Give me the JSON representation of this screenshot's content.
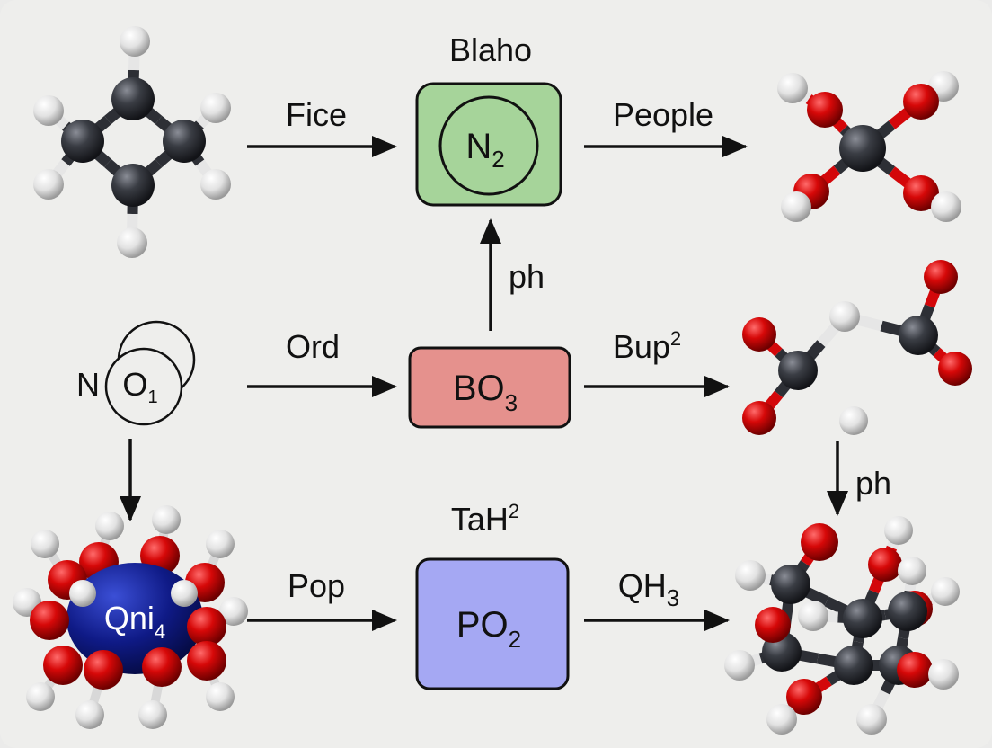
{
  "nodes": {
    "top_box": {
      "title": "Blaho",
      "formula": "N",
      "sub": "2",
      "color": "#a6d49a"
    },
    "mid_box": {
      "formula": "BO",
      "sub": "3",
      "color": "#e5918d"
    },
    "bot_box": {
      "title": "TaH",
      "title_sup": "2",
      "formula": "PO",
      "sub": "2",
      "color": "#a5a8f3"
    },
    "no_symbol": {
      "n": "N",
      "o": "O",
      "sub": "1"
    },
    "cluster_label": {
      "main": "Qni",
      "sub": "4"
    }
  },
  "edges": {
    "fice": "Fice",
    "people": "People",
    "ord": "Ord",
    "bup": {
      "main": "Bup",
      "sup": "2"
    },
    "pop": "Pop",
    "qh3": {
      "main": "QH",
      "sub": "3"
    },
    "ph_up": "ph",
    "ph_down": "ph"
  },
  "colors": {
    "carbon": "#2d2f35",
    "oxygen": "#d3070a",
    "hydrogen": "#e6e6e6",
    "cluster": "#101a7a"
  }
}
